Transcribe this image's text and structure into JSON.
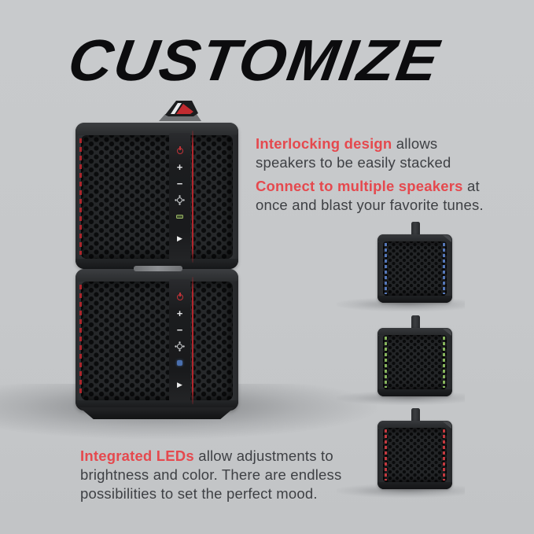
{
  "headline": "CUSTOMIZE",
  "features": {
    "interlocking": {
      "highlight": "Interlocking design",
      "rest": " allows speakers to be easily stacked"
    },
    "connect": {
      "highlight": "Connect to multiple speakers",
      "rest": " at once and blast your favorite tunes."
    },
    "leds": {
      "highlight": "Integrated LEDs",
      "rest": " allow adjustments to brightness and color. There are endless possibilities to set the perfect mood."
    }
  },
  "controls": {
    "plus": "+",
    "minus": "−",
    "play": "▶"
  },
  "mini_speakers": [
    {
      "id": "blue",
      "led_color": "#5577b8"
    },
    {
      "id": "green",
      "led_color": "#86b45c"
    },
    {
      "id": "red",
      "led_color": "#c2393f"
    }
  ],
  "colors": {
    "background": "#c6c8ca",
    "accent_red": "#e5494e",
    "body_text": "#3e4044",
    "headline": "#0c0c0e"
  }
}
